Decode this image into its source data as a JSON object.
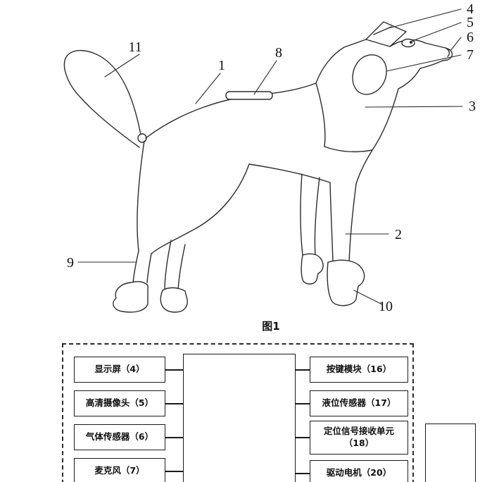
{
  "page": {
    "background": "#ffffff",
    "ink": "#2b2b2b"
  },
  "figure": {
    "caption": "图1",
    "callouts": {
      "c1": "1",
      "c2": "2",
      "c3": "3",
      "c4": "4",
      "c5": "5",
      "c6": "6",
      "c7": "7",
      "c8": "8",
      "c9": "9",
      "c10": "10",
      "c11": "11"
    }
  },
  "block_diagram": {
    "left_boxes": [
      {
        "label": "显示屏（4）"
      },
      {
        "label": "高清摄像头（5）"
      },
      {
        "label": "气体传感器（6）"
      },
      {
        "label": "麦克风（7）"
      }
    ],
    "right_boxes": [
      {
        "label": "按键模块（16）"
      },
      {
        "label": "液位传感器（17）"
      },
      {
        "label": "定位信号接收单元",
        "label2": "（18）"
      },
      {
        "label": "驱动电机（20）"
      }
    ]
  }
}
